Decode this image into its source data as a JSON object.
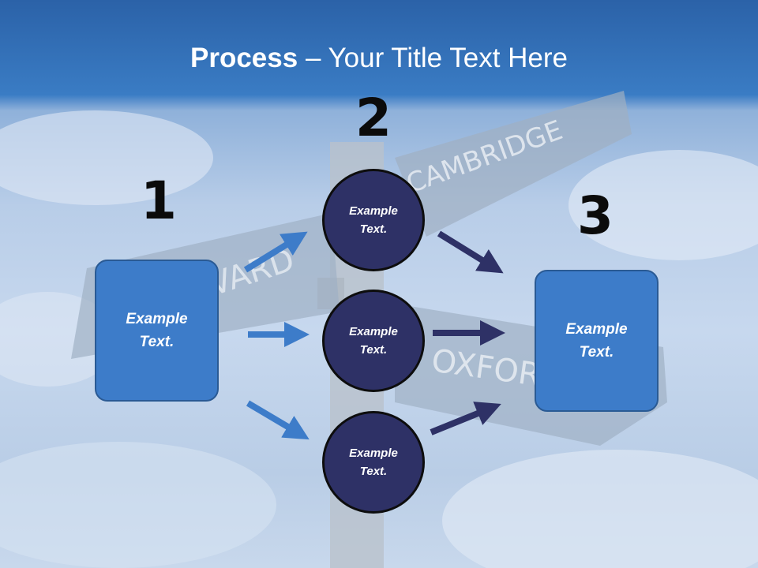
{
  "title": {
    "bold": "Process",
    "rest": " – Your Title Text Here"
  },
  "background_sign_text": {
    "top": "CAMBRIDGE",
    "left": "VARD",
    "right": "OXFOR"
  },
  "step_numbers": [
    "1",
    "2",
    "3"
  ],
  "left_box": {
    "label": "Example\nText."
  },
  "circles": [
    {
      "label": "Example\nText."
    },
    {
      "label": "Example\nText."
    },
    {
      "label": "Example\nText."
    }
  ],
  "right_box": {
    "label": "Example\nText."
  },
  "colors": {
    "header_blue": "#2b62a8",
    "box_blue": "#3d7cc9",
    "circle_navy": "#2e3166",
    "arrow_light": "#3d7cc9",
    "arrow_dark": "#2e3166"
  }
}
